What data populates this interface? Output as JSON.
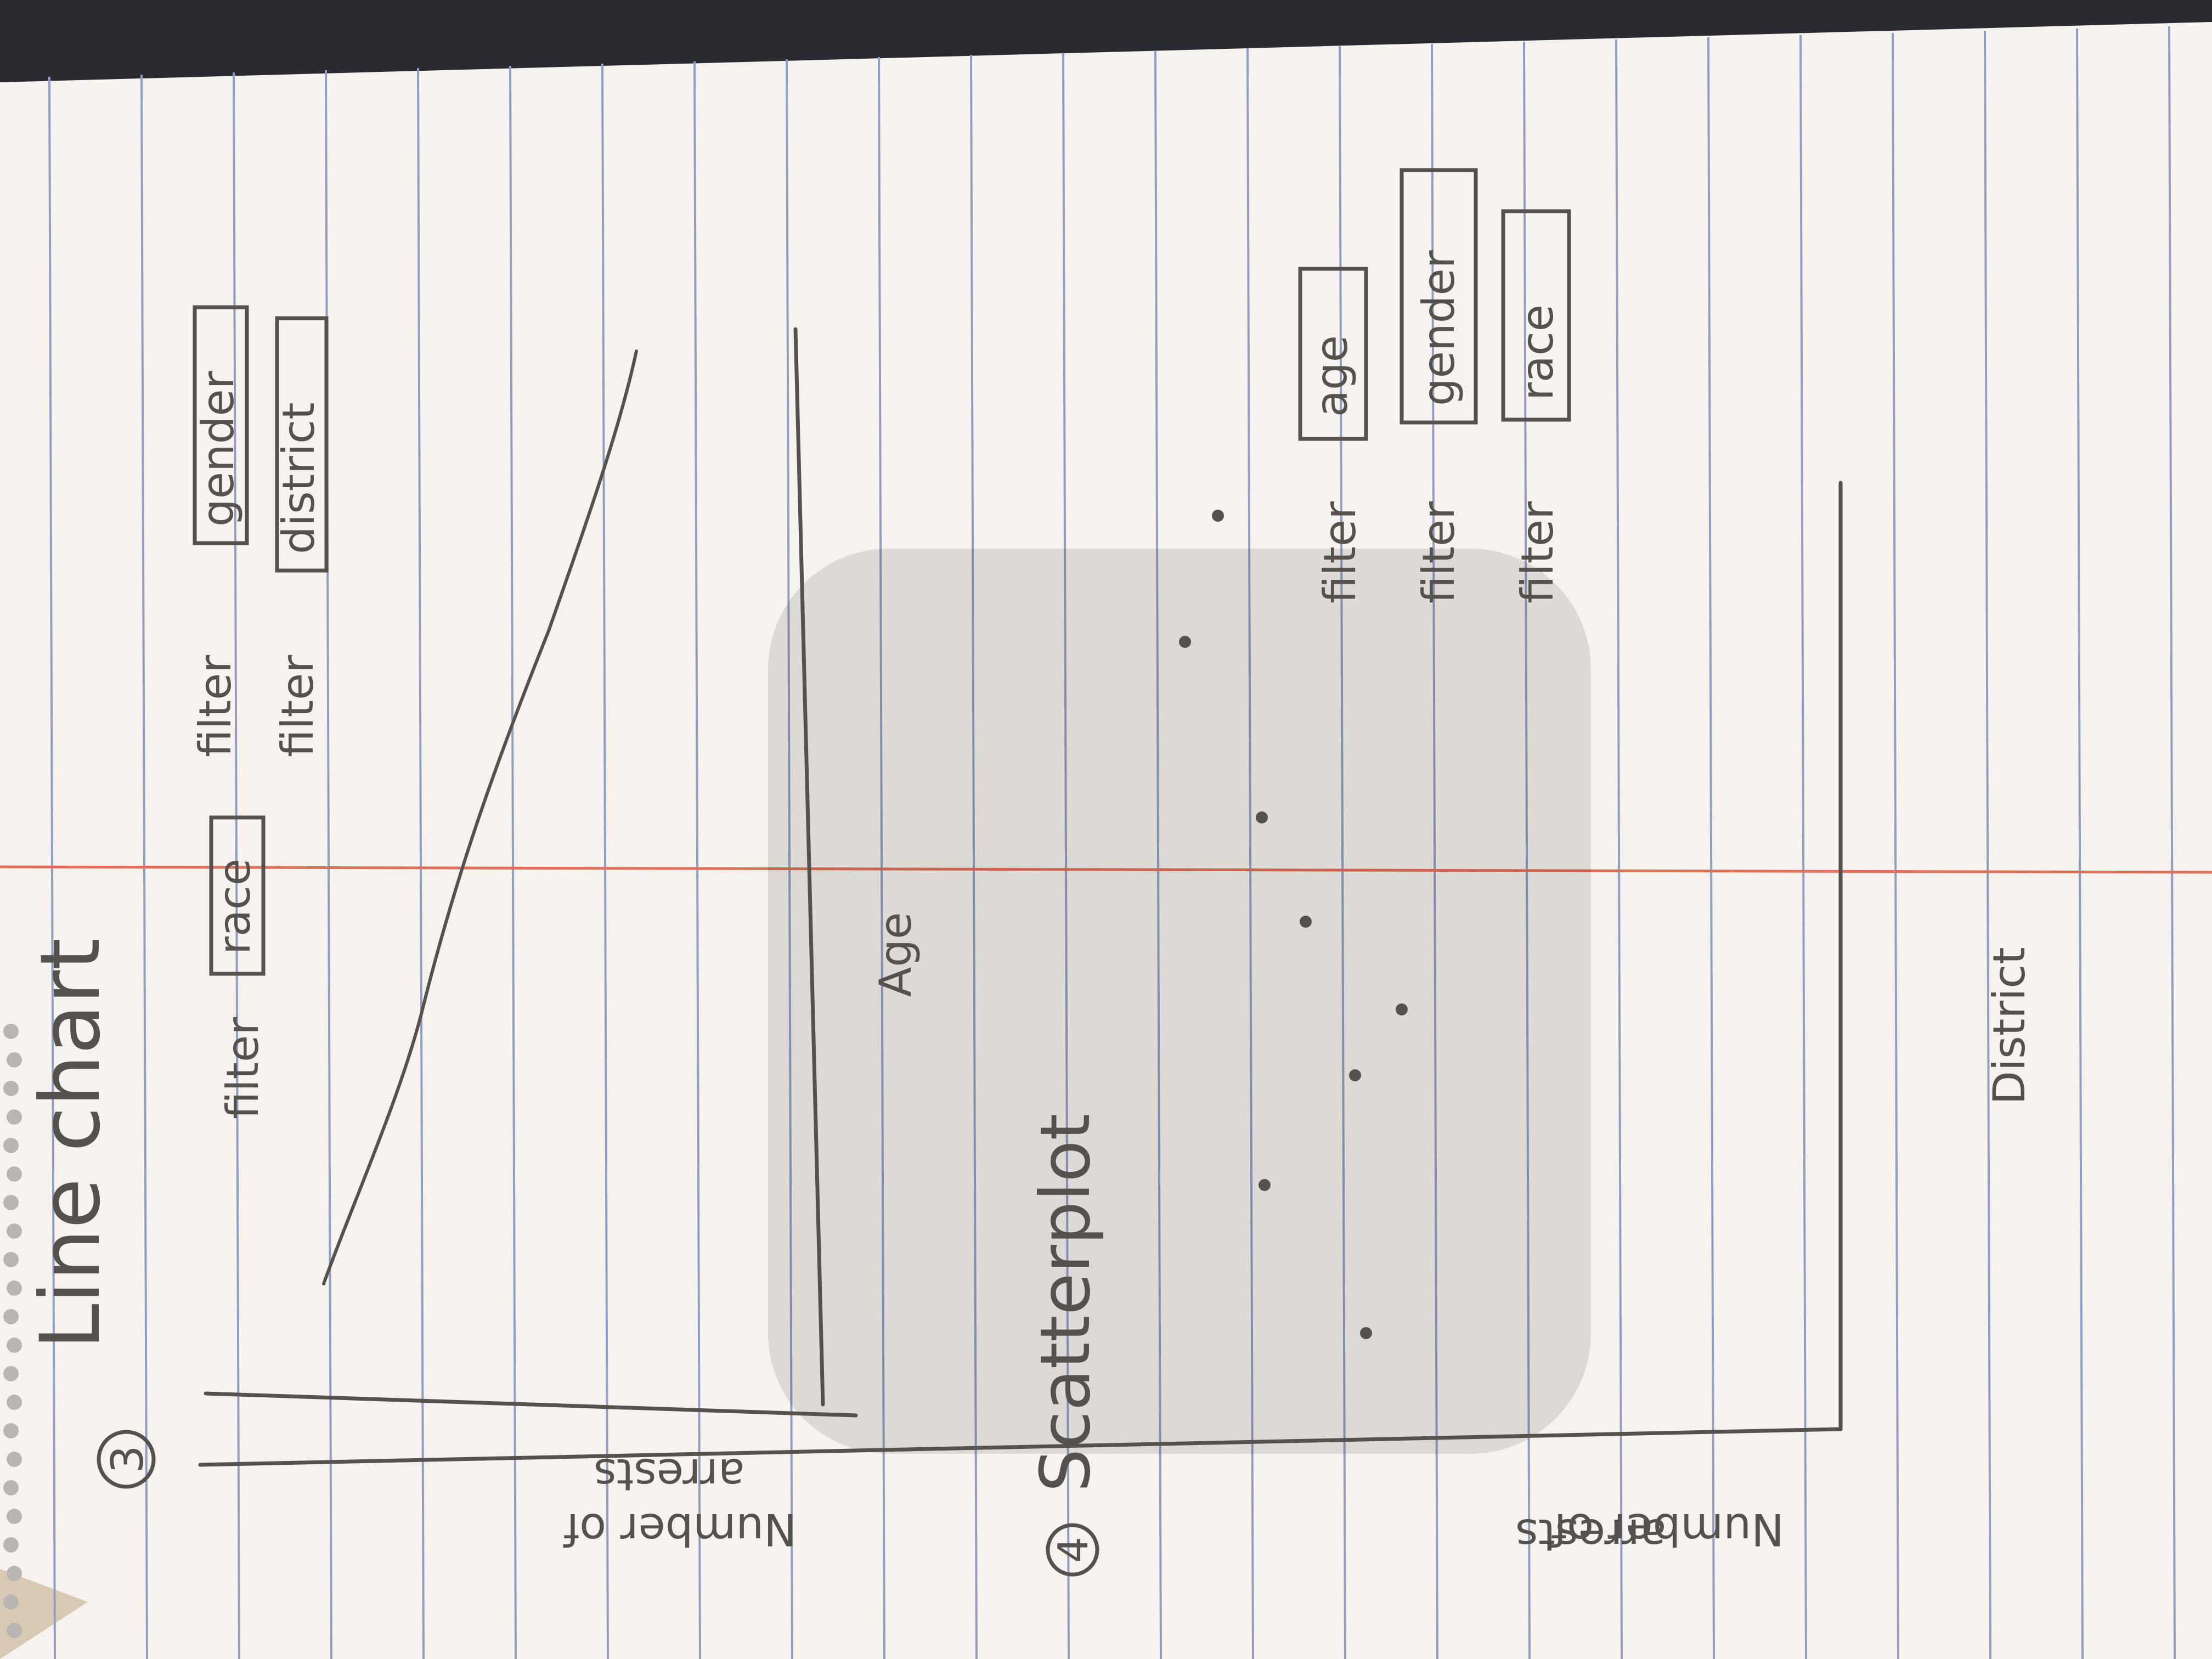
{
  "sketch1": {
    "number": "3",
    "title": "Line chart",
    "filter_word": "filter",
    "filters": [
      "race",
      "gender",
      "district"
    ],
    "ylabel_line1": "Number of",
    "ylabel_line2": "arrests",
    "xlabel": "Age"
  },
  "sketch2": {
    "number": "4",
    "title": "Scatterplot",
    "filter_word": "filter",
    "filters": [
      "age",
      "gender",
      "race"
    ],
    "ylabel_line1": "Number of",
    "ylabel_line2": "arrests",
    "xlabel": "District"
  },
  "colors": {
    "paper": "#f6f3ee",
    "rule_line": "#8f9fc4",
    "margin_line": "#e0705a",
    "pencil": "#55524e"
  }
}
